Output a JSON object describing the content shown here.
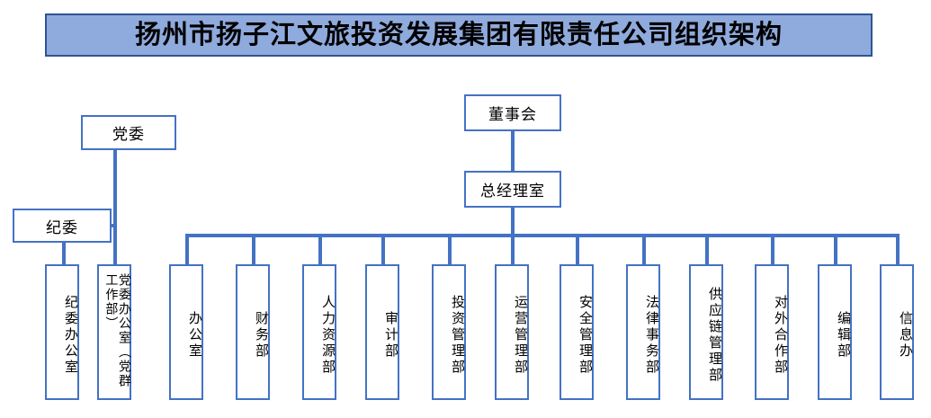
{
  "title": {
    "text": "扬州市扬子江文旅投资发展集团有限责任公司组织架构"
  },
  "colors": {
    "banner_fill": "#8FAADC",
    "banner_border": "#2E5395",
    "node_border": "#4472C4",
    "connector": "#4472C4",
    "node_fill": "#FFFFFF",
    "text": "#000000"
  },
  "top_nodes": [
    {
      "id": "board",
      "label": "董事会"
    },
    {
      "id": "gm-office",
      "label": "总经理室"
    }
  ],
  "party_nodes": [
    {
      "id": "party-committee",
      "label": "党委"
    },
    {
      "id": "discipline-committee",
      "label": "纪委"
    }
  ],
  "departments": [
    {
      "id": "discipline-office",
      "label": "纪委办公室"
    },
    {
      "id": "party-committee-office",
      "label": "党委办公室（党群工作部）"
    },
    {
      "id": "general-office",
      "label": "办公室"
    },
    {
      "id": "finance",
      "label": "财务部"
    },
    {
      "id": "human-resources",
      "label": "人力资源部"
    },
    {
      "id": "audit",
      "label": "审计部"
    },
    {
      "id": "investment-management",
      "label": "投资管理部"
    },
    {
      "id": "operations-management",
      "label": "运营管理部"
    },
    {
      "id": "safety-management",
      "label": "安全管理部"
    },
    {
      "id": "legal-affairs",
      "label": "法律事务部"
    },
    {
      "id": "supply-chain-management",
      "label": "供应链管理部"
    },
    {
      "id": "external-cooperation",
      "label": "对外合作部"
    },
    {
      "id": "editorial",
      "label": "编辑部"
    },
    {
      "id": "information-office",
      "label": "信息办"
    }
  ]
}
